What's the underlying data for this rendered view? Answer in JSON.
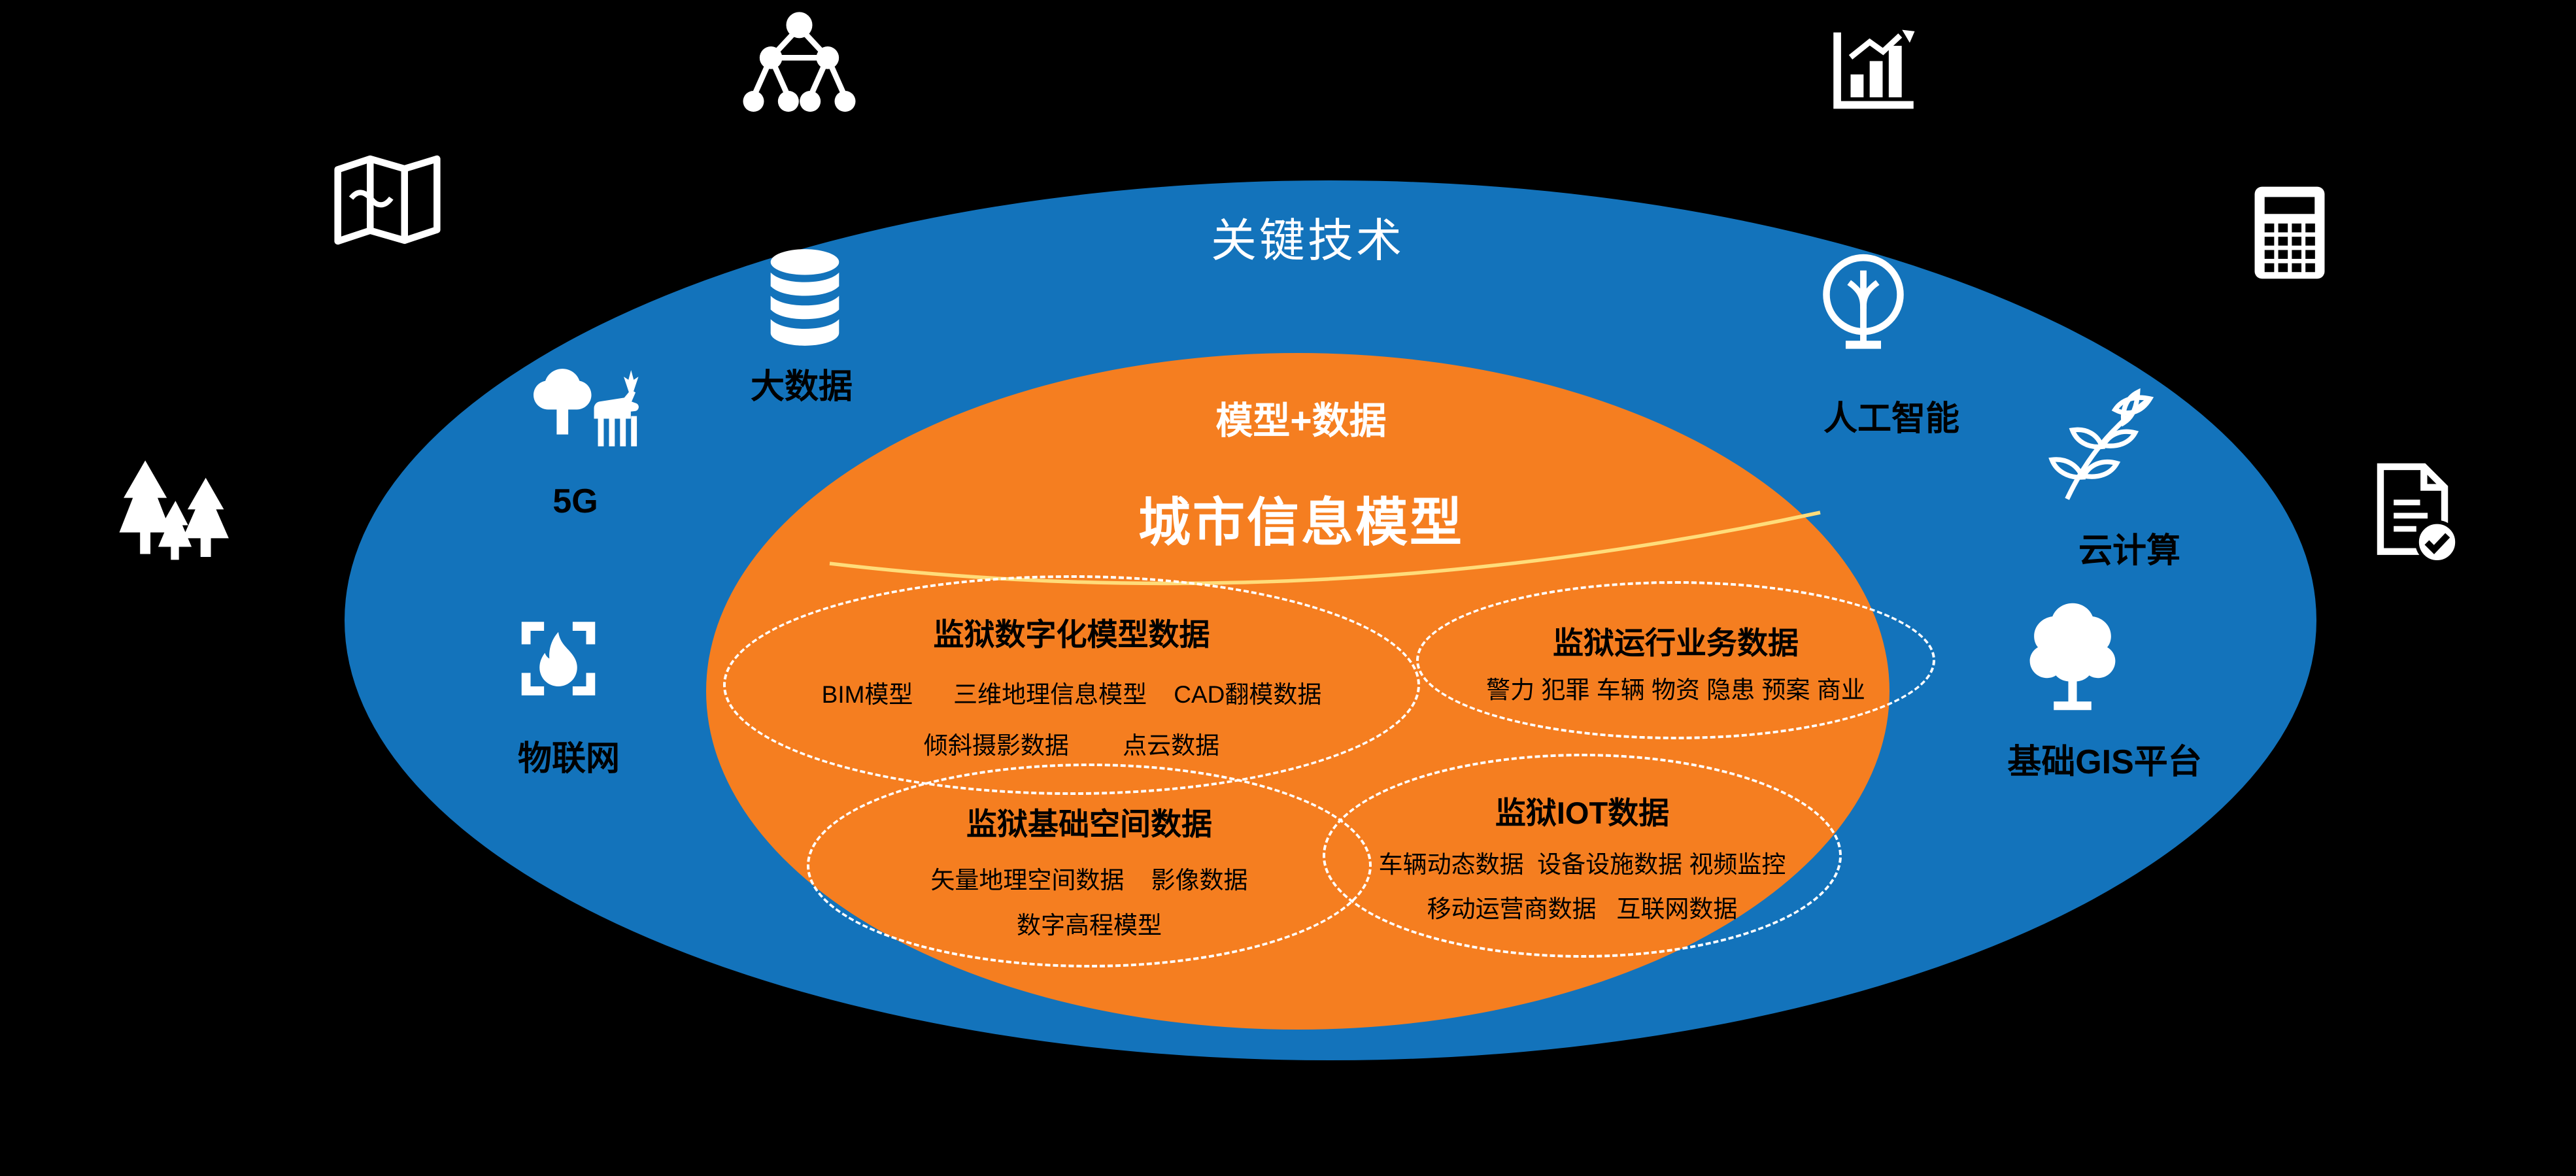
{
  "diagram": {
    "title": "关键技术",
    "core": {
      "subtitle": "模型+数据",
      "name": "城市信息模型"
    },
    "technologies": [
      {
        "id": "big-data",
        "label": "大数据",
        "icon": "database-icon"
      },
      {
        "id": "5g",
        "label": "5G",
        "icon": "tree-deer-icon"
      },
      {
        "id": "iot",
        "label": "物联网",
        "icon": "flame-viewfinder-icon"
      },
      {
        "id": "ai",
        "label": "人工智能",
        "icon": "tree-in-circle-icon"
      },
      {
        "id": "cloud",
        "label": "云计算",
        "icon": "leaf-branch-icon"
      },
      {
        "id": "gis",
        "label": "基础GIS平台",
        "icon": "tree-icon"
      }
    ],
    "data_groups": [
      {
        "title": "监狱数字化模型数据",
        "lines": [
          "BIM模型      三维地理信息模型    CAD翻模数据",
          "倾斜摄影数据        点云数据"
        ]
      },
      {
        "title": "监狱运行业务数据",
        "lines": [
          "警力 犯罪 车辆 物资 隐患 预案 商业"
        ]
      },
      {
        "title": "监狱基础空间数据",
        "lines": [
          "矢量地理空间数据    影像数据",
          "数字高程模型"
        ]
      },
      {
        "title": "监狱IOT数据",
        "lines": [
          "车辆动态数据  设备设施数据 视频监控",
          "移动运营商数据   互联网数据"
        ]
      }
    ],
    "decorative_icons": [
      "map-icon",
      "network-graph-icon",
      "bar-chart-icon",
      "calculator-icon",
      "document-check-icon",
      "forest-icon"
    ],
    "colors": {
      "background": "#000000",
      "outer_ellipse": "#1373BB",
      "inner_ellipse": "#F57E20",
      "arc": "#FFDC7A",
      "icon": "#FFFFFF",
      "label_text": "#000000",
      "core_text": "#FFFFFF"
    }
  }
}
